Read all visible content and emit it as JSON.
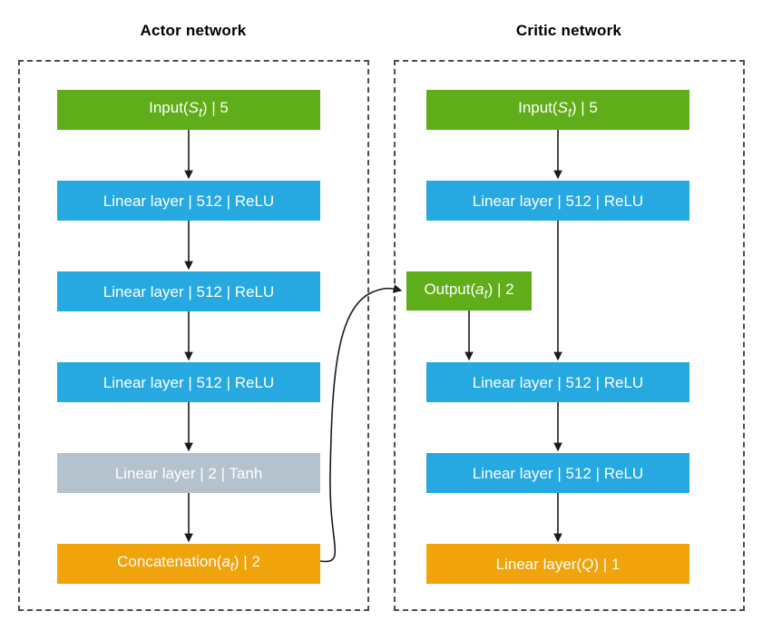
{
  "diagram": {
    "title_actor": "Actor network",
    "title_critic": "Critic network"
  },
  "actor": {
    "nodes": [
      {
        "id": "actor-input",
        "label": "Input(St) | 5",
        "color": "#5FAD18",
        "kind": "input"
      },
      {
        "id": "actor-fc1",
        "label": "Linear layer | 512 | ReLU",
        "color": "#26A8E0",
        "kind": "linear"
      },
      {
        "id": "actor-fc2",
        "label": "Linear layer | 512 | ReLU",
        "color": "#26A8E0",
        "kind": "linear"
      },
      {
        "id": "actor-fc3",
        "label": "Linear layer | 512 | ReLU",
        "color": "#26A8E0",
        "kind": "linear"
      },
      {
        "id": "actor-tanh",
        "label": "Linear layer | 2 | Tanh",
        "color": "#B4C2CE",
        "kind": "linear"
      },
      {
        "id": "actor-concat",
        "label": "Concatenation(at) | 2",
        "color": "#F0A30A",
        "kind": "concat"
      }
    ]
  },
  "critic": {
    "nodes": [
      {
        "id": "critic-input",
        "label": "Input(St) | 5",
        "color": "#5FAD18",
        "kind": "input"
      },
      {
        "id": "critic-fc1",
        "label": "Linear layer | 512 | ReLU",
        "color": "#26A8E0",
        "kind": "linear"
      },
      {
        "id": "critic-output",
        "label": "Output(at) | 2",
        "color": "#5FAD18",
        "kind": "output"
      },
      {
        "id": "critic-fc2",
        "label": "Linear layer | 512 | ReLU",
        "color": "#26A8E0",
        "kind": "linear"
      },
      {
        "id": "critic-fc3",
        "label": "Linear layer | 512 | ReLU",
        "color": "#26A8E0",
        "kind": "linear"
      },
      {
        "id": "critic-q",
        "label": "Linear layer(Q) | 1",
        "color": "#F0A30A",
        "kind": "output"
      }
    ]
  },
  "edges": [
    {
      "from": "actor-input",
      "to": "actor-fc1",
      "style": "straight"
    },
    {
      "from": "actor-fc1",
      "to": "actor-fc2",
      "style": "straight"
    },
    {
      "from": "actor-fc2",
      "to": "actor-fc3",
      "style": "straight"
    },
    {
      "from": "actor-fc3",
      "to": "actor-tanh",
      "style": "straight"
    },
    {
      "from": "actor-tanh",
      "to": "actor-concat",
      "style": "straight"
    },
    {
      "from": "actor-concat",
      "to": "critic-output",
      "style": "curved"
    },
    {
      "from": "critic-input",
      "to": "critic-fc2",
      "style": "straight"
    },
    {
      "from": "critic-output",
      "to": "critic-fc2",
      "style": "straight"
    },
    {
      "from": "critic-fc2",
      "to": "critic-fc3",
      "style": "straight"
    },
    {
      "from": "critic-fc3",
      "to": "critic-q",
      "style": "straight"
    }
  ],
  "colors": {
    "green": "#5FAD18",
    "blue": "#26A8E0",
    "orange": "#F0A30A",
    "gray": "#B4C2CE",
    "border_dash": "#4d4d4d",
    "arrow": "#1a1a1a",
    "background": "#ffffff"
  }
}
